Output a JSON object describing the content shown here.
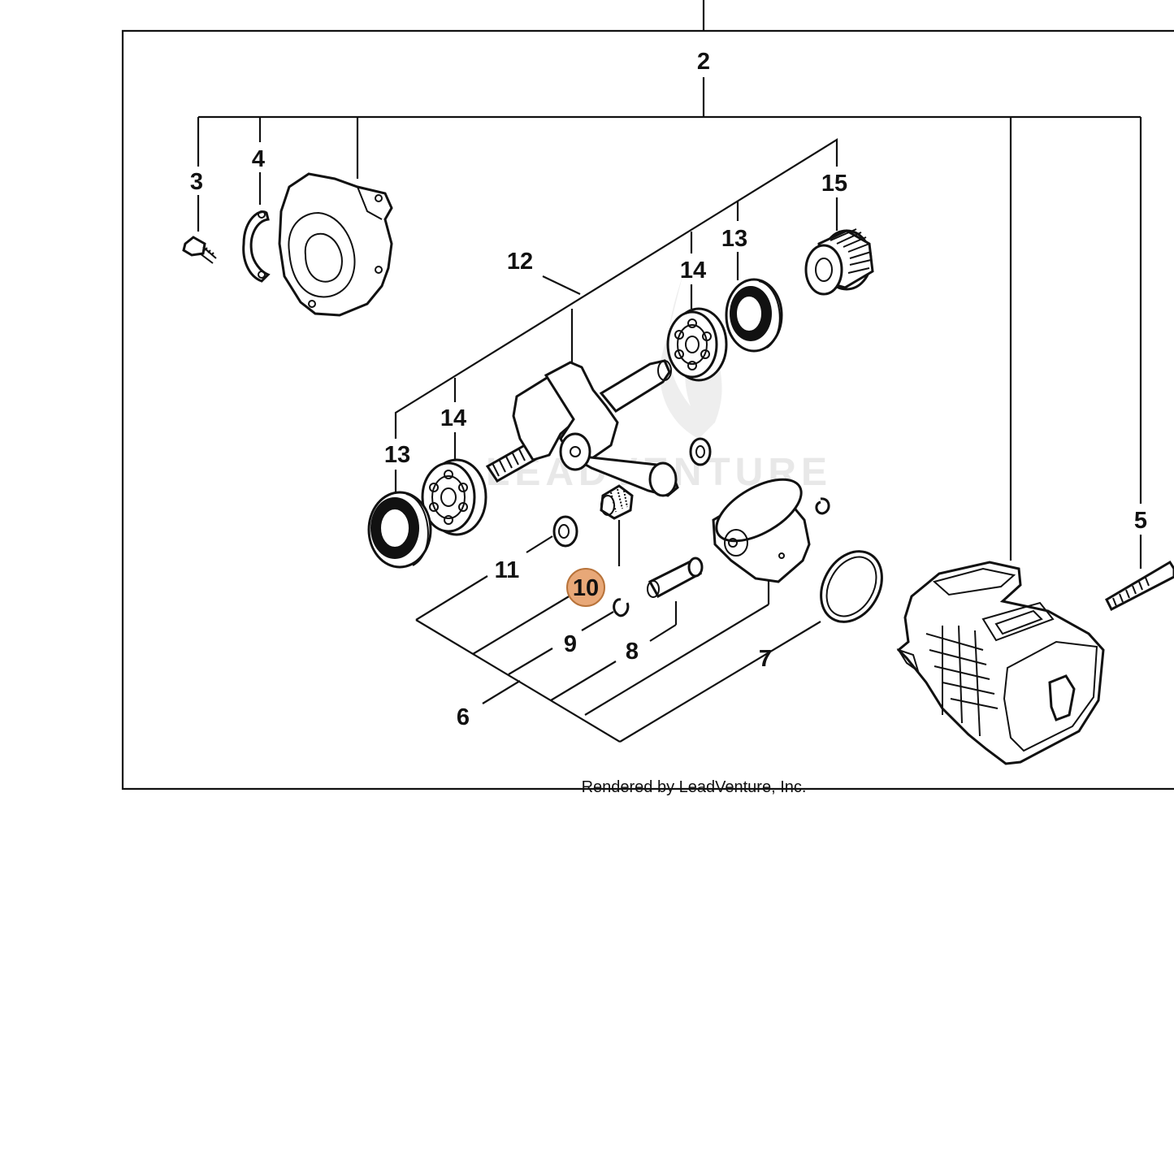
{
  "callouts": {
    "c2": "2",
    "c3": "3",
    "c4": "4",
    "c5": "5",
    "c6": "6",
    "c7": "7",
    "c8": "8",
    "c9": "9",
    "c10": "10",
    "c11": "11",
    "c12": "12",
    "c13a": "13",
    "c13b": "13",
    "c14a": "14",
    "c14b": "14",
    "c15": "15"
  },
  "highlight": {
    "label": "10",
    "color": "#e8a878",
    "border": "#b8733a"
  },
  "watermark": "LEADVENTURE",
  "footer": "Rendered by LeadVenture, Inc."
}
